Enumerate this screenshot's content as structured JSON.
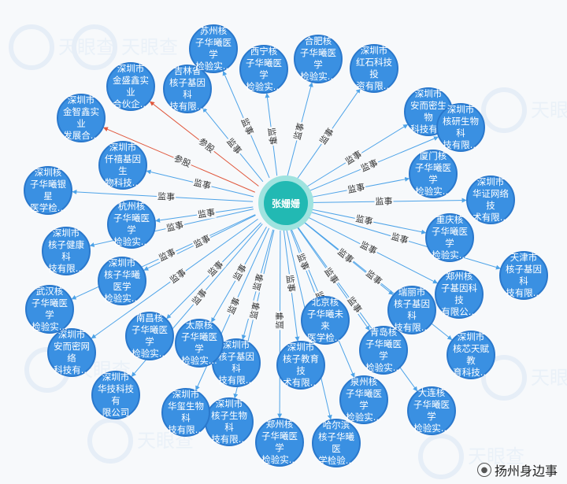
{
  "center": {
    "label": "张姗姗"
  },
  "relations": [
    {
      "name": "深圳市\n金智鑫实业\n发展合...",
      "rel": "参股"
    },
    {
      "name": "深圳市\n金盛鑫实业\n合伙企...",
      "rel": "参股"
    },
    {
      "name": "吉林省\n核子基因科\n技有限...",
      "rel": "监事"
    },
    {
      "name": "苏州核\n子华曦医学\n检验实...",
      "rel": "监事"
    },
    {
      "name": "西宁核\n子华曦医学\n检验实...",
      "rel": "监事"
    },
    {
      "name": "合肥核\n子华曦医学\n检验实...",
      "rel": "监事"
    },
    {
      "name": "深圳市\n红石科技投\n资有限...",
      "rel": "监事"
    },
    {
      "name": "深圳市\n安而密生物\n科技有...",
      "rel": "监事"
    },
    {
      "name": "深圳市\n核研生物科\n技有限...",
      "rel": "监事"
    },
    {
      "name": "厦门核\n子华曦医学\n检验实...",
      "rel": "监事"
    },
    {
      "name": "深圳市\n华证网络技\n术有限...",
      "rel": "监事"
    },
    {
      "name": "重庆核\n子华曦医学\n检验实...",
      "rel": "监事"
    },
    {
      "name": "天津市\n核子基因科\n技有限...",
      "rel": "监事"
    },
    {
      "name": "郑州核\n子基因科技\n有限公...",
      "rel": "监事"
    },
    {
      "name": "深圳市\n核芯天赋教\n育科技...",
      "rel": "监事"
    },
    {
      "name": "瑞丽市\n核子基因科\n技有限...",
      "rel": "监事"
    },
    {
      "name": "大连核\n子华曦医学\n检验实...",
      "rel": "监事"
    },
    {
      "name": "青岛核\n子华曦医学\n检验实...",
      "rel": "监事"
    },
    {
      "name": "泉州核\n子华曦医学\n检验实...",
      "rel": "监事"
    },
    {
      "name": "北京核\n子华曦未来\n医学检...",
      "rel": "监事"
    },
    {
      "name": "哈尔滨\n核子华曦医\n学检验...",
      "rel": "监事"
    },
    {
      "name": "深圳市\n核子教育技\n术有限...",
      "rel": "监事"
    },
    {
      "name": "郑州核\n子华曦医学\n检验实...",
      "rel": "监事"
    },
    {
      "name": "深圳市\n核子生物科\n技有限...",
      "rel": "监事"
    },
    {
      "name": "深圳市\n核子基因科\n技有限...",
      "rel": "监事"
    },
    {
      "name": "深圳市\n华玺生物科\n技有限...",
      "rel": "监事"
    },
    {
      "name": "太原核\n子华曦医学\n检验实...",
      "rel": "监事"
    },
    {
      "name": "南昌核\n子华曦医学\n检验实...",
      "rel": "监事"
    },
    {
      "name": "深圳市\n华技科技有\n限公司",
      "rel": "监事"
    },
    {
      "name": "深圳市\n安而密网络\n科技有...",
      "rel": "监事"
    },
    {
      "name": "武汉核\n子华曦医学\n检验实...",
      "rel": "监事"
    },
    {
      "name": "深圳市\n核子华曦医学\n检验实...",
      "rel": "监事"
    },
    {
      "name": "深圳市\n核子健康科\n技有限...",
      "rel": "监事"
    },
    {
      "name": "杭州核\n子华曦医学\n检验实...",
      "rel": "监事"
    },
    {
      "name": "深圳核\n子华曦银星\n医学检...",
      "rel": "监事"
    },
    {
      "name": "深圳市\n仟禧基因生\n物科技...",
      "rel": "监事"
    }
  ],
  "colors": {
    "node_fill": "#3a90e2",
    "center_fill": "#22b9b3",
    "edge_supervisor": "#4da3e8",
    "edge_shareholder": "#e0573c"
  },
  "watermark": {
    "text": "天眼查"
  },
  "footer": {
    "icon": "wechat-icon",
    "text": "扬州身边事"
  }
}
